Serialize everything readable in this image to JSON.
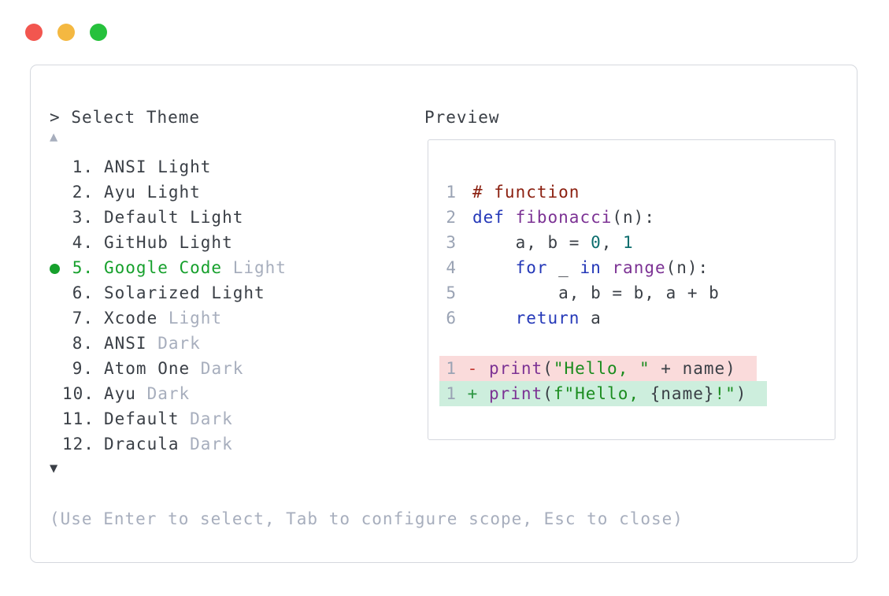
{
  "window_controls": {
    "close": "close",
    "minimize": "minimize",
    "maximize": "maximize"
  },
  "picker": {
    "prompt": ">",
    "title": "Select Theme",
    "scroll_up_indicator": "▲",
    "scroll_down_indicator": "▼",
    "selected_bullet": "●",
    "items": [
      {
        "number": "1.",
        "name": "ANSI Light",
        "suffix": "",
        "selected": false
      },
      {
        "number": "2.",
        "name": "Ayu Light",
        "suffix": "",
        "selected": false
      },
      {
        "number": "3.",
        "name": "Default Light",
        "suffix": "",
        "selected": false
      },
      {
        "number": "4.",
        "name": "GitHub Light",
        "suffix": "",
        "selected": false
      },
      {
        "number": "5.",
        "name": "Google Code",
        "suffix": "Light",
        "selected": true
      },
      {
        "number": "6.",
        "name": "Solarized Light",
        "suffix": "",
        "selected": false
      },
      {
        "number": "7.",
        "name": "Xcode",
        "suffix": "Light",
        "selected": false
      },
      {
        "number": "8.",
        "name": "ANSI",
        "suffix": "Dark",
        "selected": false
      },
      {
        "number": "9.",
        "name": "Atom One",
        "suffix": "Dark",
        "selected": false
      },
      {
        "number": "10.",
        "name": "Ayu",
        "suffix": "Dark",
        "selected": false
      },
      {
        "number": "11.",
        "name": "Default",
        "suffix": "Dark",
        "selected": false
      },
      {
        "number": "12.",
        "name": "Dracula",
        "suffix": "Dark",
        "selected": false
      }
    ],
    "hint": "(Use Enter to select, Tab to configure scope, Esc to close)"
  },
  "preview": {
    "label": "Preview",
    "code_lines": [
      {
        "ln": "1",
        "tokens": [
          [
            "# function",
            "comment"
          ]
        ]
      },
      {
        "ln": "2",
        "tokens": [
          [
            "def",
            "kw"
          ],
          [
            " ",
            "plain"
          ],
          [
            "fibonacci",
            "fn"
          ],
          [
            "(n):",
            "plain"
          ]
        ]
      },
      {
        "ln": "3",
        "tokens": [
          [
            "    a, b = ",
            "plain"
          ],
          [
            "0",
            "num"
          ],
          [
            ", ",
            "plain"
          ],
          [
            "1",
            "num"
          ]
        ]
      },
      {
        "ln": "4",
        "tokens": [
          [
            "    ",
            "plain"
          ],
          [
            "for",
            "kw"
          ],
          [
            " _ ",
            "plain"
          ],
          [
            "in",
            "kw"
          ],
          [
            " ",
            "plain"
          ],
          [
            "range",
            "fn"
          ],
          [
            "(n):",
            "plain"
          ]
        ]
      },
      {
        "ln": "5",
        "tokens": [
          [
            "        a, b = b, a + b",
            "plain"
          ]
        ]
      },
      {
        "ln": "6",
        "tokens": [
          [
            "    ",
            "plain"
          ],
          [
            "return",
            "kw"
          ],
          [
            " a",
            "plain"
          ]
        ]
      }
    ],
    "diff_lines": [
      {
        "ln": "1",
        "kind": "minus",
        "tokens": [
          [
            " ",
            "plain"
          ],
          [
            "-",
            "minus"
          ],
          [
            " ",
            "plain"
          ],
          [
            "print",
            "fn"
          ],
          [
            "(",
            "plain"
          ],
          [
            "\"Hello, \"",
            "str"
          ],
          [
            " + name)",
            "plain"
          ]
        ]
      },
      {
        "ln": "1",
        "kind": "plus",
        "tokens": [
          [
            " ",
            "plain"
          ],
          [
            "+",
            "plus"
          ],
          [
            " ",
            "plain"
          ],
          [
            "print",
            "fn"
          ],
          [
            "(",
            "plain"
          ],
          [
            "f\"Hello, ",
            "str"
          ],
          [
            "{name}",
            "plain"
          ],
          [
            "!\"",
            "str"
          ],
          [
            ")",
            "plain"
          ]
        ]
      }
    ]
  },
  "colors": {
    "accent-green": "#16a02c",
    "text-dark": "#3a3f46",
    "text-muted": "#a7aebd",
    "line-number": "#9aa3b4",
    "border": "#d5d8de",
    "traffic-red": "#f2564f",
    "traffic-yellow": "#f4b841",
    "traffic-green": "#26c13c",
    "syntax-comment": "#8b1f0f",
    "syntax-keyword": "#2438b8",
    "syntax-function": "#7c3294",
    "syntax-number": "#0d6e6e",
    "syntax-string": "#1a8c1e",
    "diff-minus": "#c43a33",
    "diff-plus": "#2a9440",
    "diff-minus-bg": "#fadbdb",
    "diff-plus-bg": "#cdeedd"
  }
}
